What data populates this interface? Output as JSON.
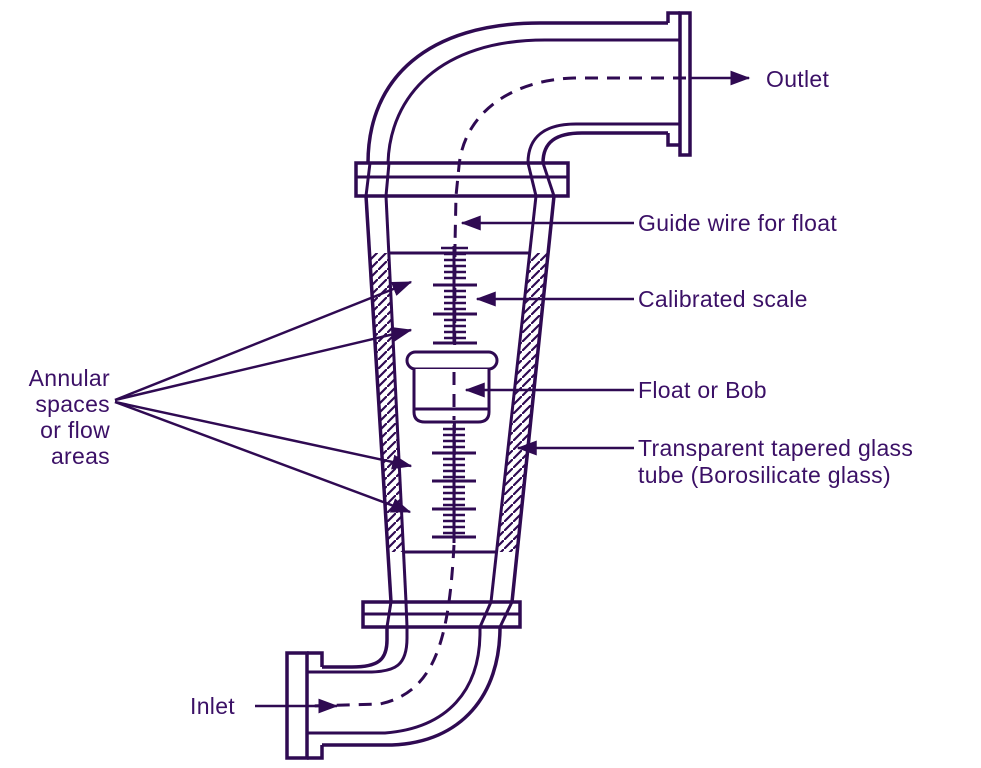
{
  "labels": {
    "outlet": "Outlet",
    "guide_wire": "Guide wire for float",
    "calibrated_scale": "Calibrated scale",
    "float_or_bob": "Float or Bob",
    "glass_tube": {
      "line1": "Transparent tapered glass",
      "line2": "tube (Borosilicate glass)"
    },
    "annular": {
      "line1": "Annular",
      "line2": "spaces",
      "line3": "or flow",
      "line4": "areas"
    },
    "inlet": "Inlet"
  },
  "colors": {
    "ink": "#2f0a52",
    "text": "#3b1066",
    "background": "#ffffff"
  }
}
